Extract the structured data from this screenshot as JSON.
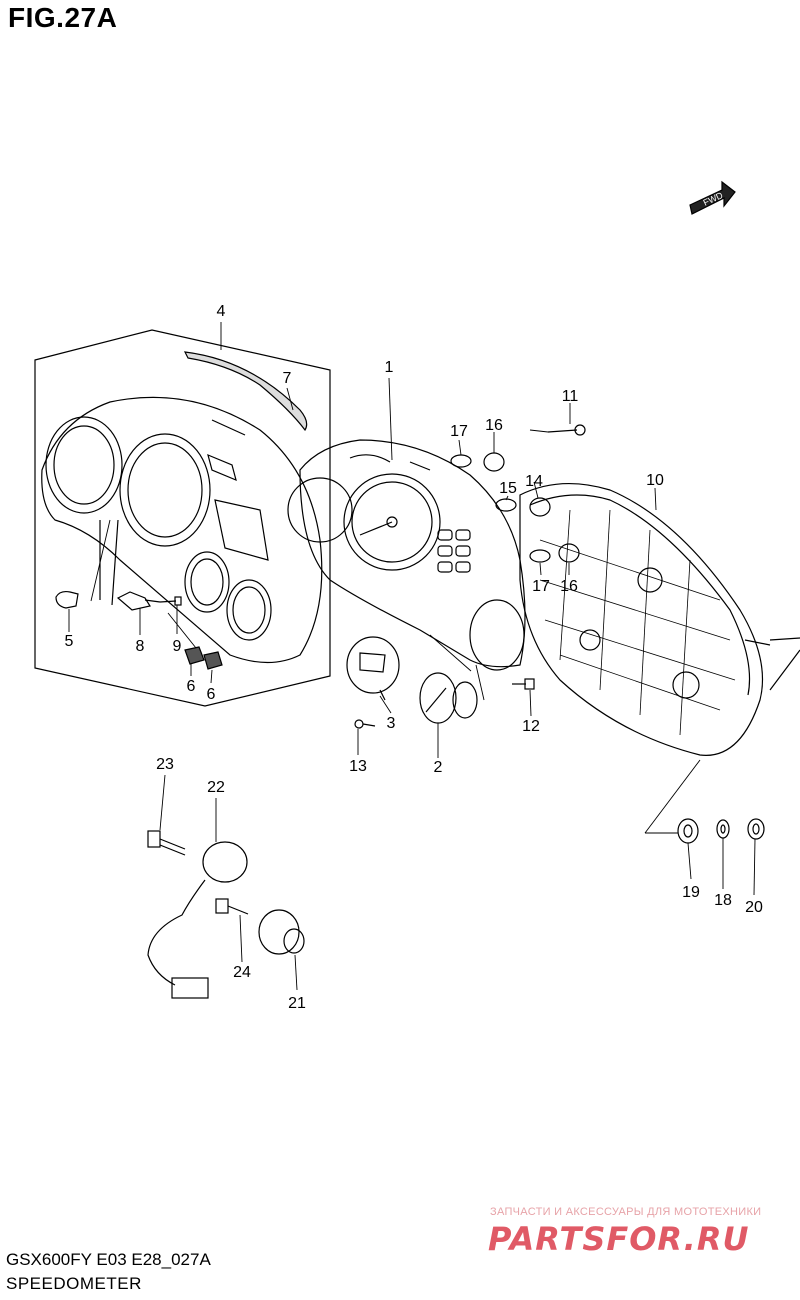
{
  "figure": {
    "title": "FIG.27A"
  },
  "fwd_badge": "FWD",
  "callouts": [
    {
      "id": "c1",
      "label": "1"
    },
    {
      "id": "c2",
      "label": "2"
    },
    {
      "id": "c3",
      "label": "3"
    },
    {
      "id": "c4",
      "label": "4"
    },
    {
      "id": "c5",
      "label": "5"
    },
    {
      "id": "c6a",
      "label": "6"
    },
    {
      "id": "c6b",
      "label": "6"
    },
    {
      "id": "c7",
      "label": "7"
    },
    {
      "id": "c8",
      "label": "8"
    },
    {
      "id": "c9",
      "label": "9"
    },
    {
      "id": "c10",
      "label": "10"
    },
    {
      "id": "c11",
      "label": "11"
    },
    {
      "id": "c12",
      "label": "12"
    },
    {
      "id": "c13",
      "label": "13"
    },
    {
      "id": "c14",
      "label": "14"
    },
    {
      "id": "c15",
      "label": "15"
    },
    {
      "id": "c16a",
      "label": "16"
    },
    {
      "id": "c16b",
      "label": "16"
    },
    {
      "id": "c17a",
      "label": "17"
    },
    {
      "id": "c17b",
      "label": "17"
    },
    {
      "id": "c18",
      "label": "18"
    },
    {
      "id": "c19",
      "label": "19"
    },
    {
      "id": "c20",
      "label": "20"
    },
    {
      "id": "c21",
      "label": "21"
    },
    {
      "id": "c22",
      "label": "22"
    },
    {
      "id": "c23",
      "label": "23"
    },
    {
      "id": "c24",
      "label": "24"
    }
  ],
  "footer": {
    "code": "GSX600FY E03 E28_027A",
    "name": "SPEEDOMETER"
  },
  "watermark": {
    "tagline": "ЗАПЧАСТИ И АКСЕССУАРЫ ДЛЯ МОТОТЕХНИКИ",
    "logo": "PARTSFOR.RU"
  }
}
